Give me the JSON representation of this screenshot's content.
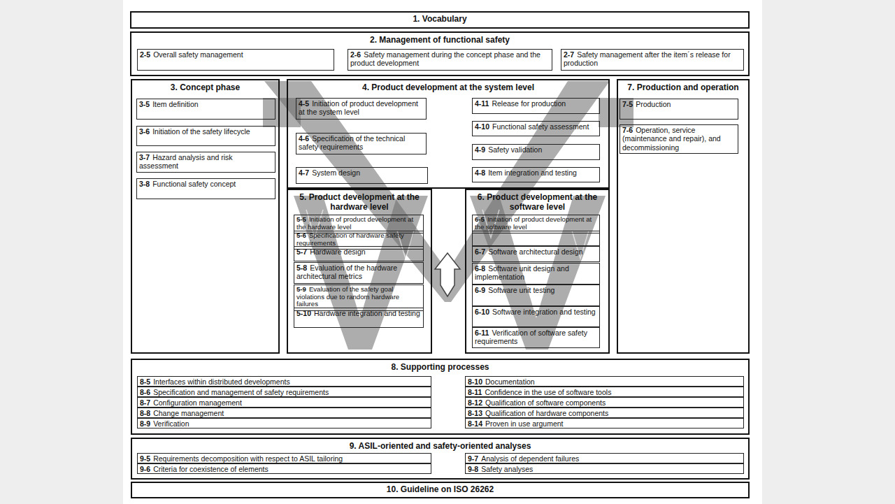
{
  "diagram": {
    "nodes": [
      {
        "text": [
          "1. Vocabulary"
        ]
      },
      {
        "text": [
          "2. Management of functional safety"
        ]
      },
      {
        "text": [
          "2-5",
          "Overall safety management"
        ],
        "in": 1
      },
      {
        "text": [
          "2-6",
          "Safety management during the concept phase and the product development"
        ],
        "in": 1
      },
      {
        "text": [
          "2-7",
          "Safety management after the item´s release for production"
        ],
        "in": 1
      },
      {
        "text": [
          "3. Concept phase"
        ]
      },
      {
        "text": [
          "3-5",
          "Item definition"
        ],
        "in": 5
      },
      {
        "text": [
          "3-6",
          "Initiation of the safety lifecycle"
        ],
        "in": 5
      },
      {
        "text": [
          "3-7",
          "Hazard analysis and risk assessment"
        ],
        "in": 5
      },
      {
        "text": [
          "3-8",
          "Functional safety concept"
        ],
        "in": 5
      },
      {
        "text": [
          "4. Product development at the system level"
        ]
      },
      {
        "text": [
          "4-5",
          "Initiation of product development at the system level"
        ],
        "in": 10
      },
      {
        "text": [
          "4-6",
          "Specification of the technical safety requirements"
        ],
        "in": 10
      },
      {
        "text": [
          "4-7",
          "System design"
        ],
        "in": 10
      },
      {
        "text": [
          "4-11",
          "Release for production"
        ],
        "in": 10
      },
      {
        "text": [
          "4-10",
          "Functional safety assessment"
        ],
        "in": 10
      },
      {
        "text": [
          "4-9",
          "Safety validation"
        ],
        "in": 10
      },
      {
        "text": [
          "4-8",
          "Item integration and testing"
        ],
        "in": 10
      },
      {
        "text": [
          "5. Product development at the hardware level"
        ]
      },
      {
        "text": [
          "5-5",
          "Initiation of product development at the hardware level"
        ],
        "in": 18
      },
      {
        "text": [
          "5-6",
          "Specification of hardware safety requirements"
        ],
        "in": 18
      },
      {
        "text": [
          "5-7",
          "Hardware design"
        ],
        "in": 18
      },
      {
        "text": [
          "5-8",
          "Evaluation of the hardware architectural metrics"
        ],
        "in": 18
      },
      {
        "text": [
          "5-9",
          "Evaluation of the safety goal violations due to random hardware failures"
        ],
        "in": 18
      },
      {
        "text": [
          "5-10",
          "Hardware integration and testing"
        ],
        "in": 18
      },
      {
        "text": [
          "6. Product development at the software level"
        ]
      },
      {
        "text": [
          "6-5",
          "Initiation of product development at the software level"
        ],
        "in": 25
      },
      {
        "text": [
          "6-7",
          "Software architectural design"
        ],
        "in": 25
      },
      {
        "text": [
          "6-8",
          "Software unit design and implementation"
        ],
        "in": 25
      },
      {
        "text": [
          "6-9",
          "Software unit testing"
        ],
        "in": 25
      },
      {
        "text": [
          "6-10",
          "Software integration and testing"
        ],
        "in": 25
      },
      {
        "text": [
          "6-11",
          "Verification of software safety requirements"
        ],
        "in": 25
      },
      {
        "text": [
          "7. Production and operation"
        ]
      },
      {
        "text": [
          "7-5",
          "Production"
        ],
        "in": 32
      },
      {
        "text": [
          "7-6",
          "Operation, service (maintenance and repair), and decommissioning"
        ],
        "in": 32
      },
      {
        "text": [
          "8. Supporting processes"
        ]
      },
      {
        "text": [
          "8-5",
          "Interfaces within distributed developments"
        ],
        "in": 35
      },
      {
        "text": [
          "8-6",
          "Specification and management of safety requirements"
        ],
        "in": 35
      },
      {
        "text": [
          "8-7",
          "Configuration management"
        ],
        "in": 35
      },
      {
        "text": [
          "8-8",
          "Change management"
        ],
        "in": 35
      },
      {
        "text": [
          "8-9",
          "Verification"
        ],
        "in": 35
      },
      {
        "text": [
          "8-10",
          "Documentation"
        ],
        "in": 35
      },
      {
        "text": [
          "8-11",
          "Confidence in the use of software tools"
        ],
        "in": 35
      },
      {
        "text": [
          "8-12",
          "Qualification of software components"
        ],
        "in": 35
      },
      {
        "text": [
          "8-13",
          "Qualification of hardware components"
        ],
        "in": 35
      },
      {
        "text": [
          "8-14",
          "Proven in use argument"
        ],
        "in": 35
      },
      {
        "text": [
          "9. ASIL-oriented and safety-oriented analyses"
        ]
      },
      {
        "text": [
          "9-5",
          "Requirements decomposition with respect to ASIL tailoring"
        ],
        "in": 46
      },
      {
        "text": [
          "9-6",
          "Criteria for coexistence of elements"
        ],
        "in": 46
      },
      {
        "text": [
          "9-7",
          "Analysis of dependent failures"
        ],
        "in": 46
      },
      {
        "text": [
          "9-8",
          "Safety analyses"
        ],
        "in": 46
      },
      {
        "text": [
          "10. Guideline on ISO 26262"
        ]
      }
    ]
  }
}
